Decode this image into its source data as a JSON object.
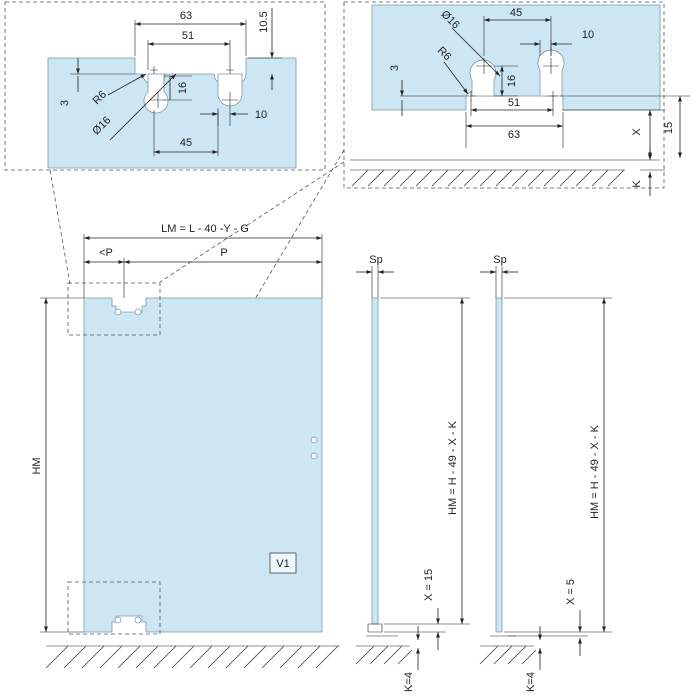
{
  "detail_left": {
    "d63": "63",
    "d51": "51",
    "d10_5": "10.5",
    "d3": "3",
    "dR6": "R6",
    "dO16": "Ø16",
    "d16": "16",
    "d10": "10",
    "d45": "45"
  },
  "detail_right": {
    "d45": "45",
    "dO16": "Ø16",
    "d10": "10",
    "dR6": "R6",
    "d3": "3",
    "d16": "16",
    "d51": "51",
    "d63": "63",
    "dX": "X",
    "d15": "15",
    "dK": "K"
  },
  "front_view": {
    "lm": "LM = L - 40 -Y - G",
    "lt_p": "<P",
    "p": "P",
    "hm": "HM",
    "panel_tag": "V1"
  },
  "side_view_1": {
    "sp": "Sp",
    "hm": "HM = H - 49 - X - K",
    "x": "X = 15",
    "k": "K=4"
  },
  "side_view_2": {
    "sp": "Sp",
    "hm": "HM = H - 49 - X - K",
    "x": "X = 5",
    "k": "K=4"
  }
}
